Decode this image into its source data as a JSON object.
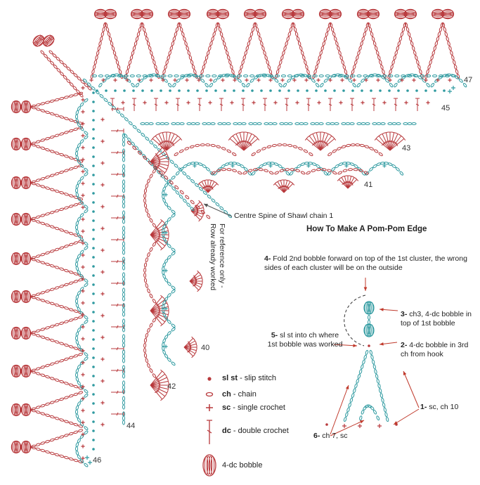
{
  "colors": {
    "red": "#b8393c",
    "teal": "#2f9aa0",
    "text": "#222222",
    "arrow": "#c0392b"
  },
  "row_numbers": {
    "r47": "47",
    "r45": "45",
    "r43": "43",
    "r41": "41",
    "r40": "40",
    "r42": "42",
    "r44": "44",
    "r46": "46"
  },
  "spine_label": "Centre Spine of Shawl chain 1",
  "reference_note": {
    "line1": "For reference only -",
    "line2": "Row already worked"
  },
  "pompom": {
    "title": "How To Make A Pom-Pom Edge",
    "step4_num": "4-",
    "step4_text": "Fold 2nd bobble forward on top of the 1st cluster, the wrong sides of each cluster will be on the outside",
    "step3_num": "3-",
    "step3_text": "ch3, 4-dc bobble in top of 1st bobble",
    "step5_num": "5-",
    "step5_text": "sl st into ch where 1st bobble was worked",
    "step2_num": "2-",
    "step2_text": "4-dc bobble in 3rd ch from hook",
    "step1_num": "1-",
    "step1_text": "sc, ch 10",
    "step6_num": "6-",
    "step6_text": "ch 7, sc"
  },
  "legend": [
    {
      "icon": "slip-stitch-icon",
      "abbr": "sl st",
      "desc": " - slip stitch"
    },
    {
      "icon": "chain-icon",
      "abbr": "ch",
      "desc": " - chain"
    },
    {
      "icon": "single-crochet-icon",
      "abbr": "sc",
      "desc": " - single crochet"
    },
    {
      "icon": "double-crochet-icon",
      "abbr": "dc",
      "desc": " - double crochet"
    },
    {
      "icon": "bobble-icon",
      "abbr": "",
      "desc": "4-dc bobble"
    }
  ]
}
